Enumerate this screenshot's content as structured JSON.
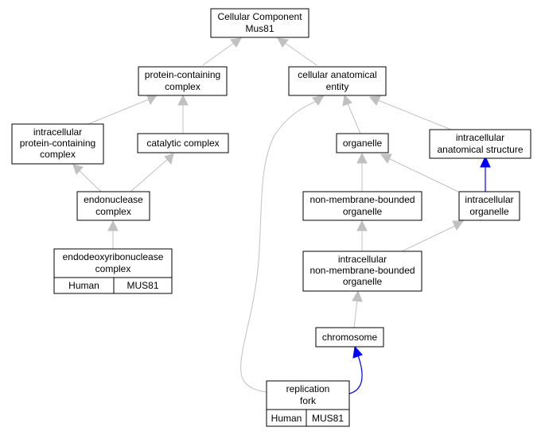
{
  "nodes": {
    "root": [
      "Cellular Component",
      "Mus81"
    ],
    "pcc": [
      "protein-containing",
      "complex"
    ],
    "cae": [
      "cellular anatomical",
      "entity"
    ],
    "ipcc": [
      "intracellular",
      "protein-containing",
      "complex"
    ],
    "cat": [
      "catalytic complex"
    ],
    "org": [
      "organelle"
    ],
    "ias": [
      "intracellular",
      "anatomical structure"
    ],
    "endo": [
      "endonuclease",
      "complex"
    ],
    "nmbo": [
      "non-membrane-bounded",
      "organelle"
    ],
    "io": [
      "intracellular",
      "organelle"
    ],
    "edrc": [
      "endodeoxyribonuclease",
      "complex"
    ],
    "inmbo": [
      "intracellular",
      "non-membrane-bounded",
      "organelle"
    ],
    "chr": [
      "chromosome"
    ],
    "rf": [
      "replication",
      "fork"
    ]
  },
  "annotations": {
    "edrc": {
      "species": "Human",
      "gene": "MUS81"
    },
    "rf": {
      "species": "Human",
      "gene": "MUS81"
    }
  },
  "colors": {
    "annotation_fill": "#ff6347",
    "edge_gray": "#c0c0c0",
    "edge_blue": "#0000ff"
  }
}
